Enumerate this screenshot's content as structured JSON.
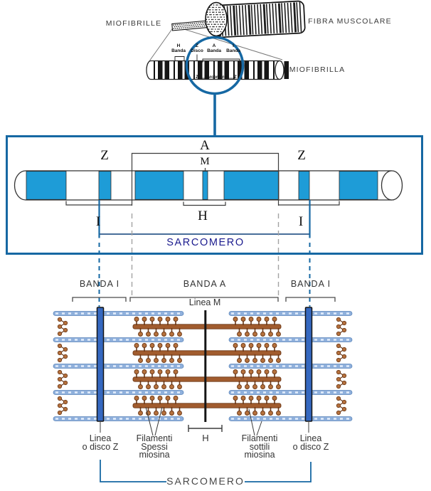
{
  "colors": {
    "accent_blue": "#1668a3",
    "band_cyan": "#1e9cd7",
    "z_disc_blue": "#3568c0",
    "actin_blue": "#8fb0dc",
    "actin_light": "#e4eefb",
    "actin_edge": "#5d87bb",
    "myosin_brown": "#b5713d",
    "myosin_bar": "#a15c2e",
    "myosin_dark": "#6b3716",
    "navy_text": "#1b1b8e",
    "ink": "#151515"
  },
  "top": {
    "miofibrille": "MIOFIBRILLE",
    "fibra_muscolare": "FIBRA MUSCOLARE",
    "miofibrilla": "MIOFIBRILLA",
    "bands": [
      {
        "letter": "H",
        "word": "Banda"
      },
      {
        "letter": "Z",
        "word": "Disco"
      },
      {
        "letter": "A",
        "word": "Banda"
      },
      {
        "letter": "I",
        "word": "Banda"
      }
    ],
    "mini_sarcomere": {
      "left": "Z",
      "label": "Sarcomero",
      "right": "Z"
    }
  },
  "box": {
    "z_left": "Z",
    "a_label": "A",
    "m_label": "M",
    "z_right": "Z",
    "h_label": "H",
    "i_left": "I",
    "i_right": "I",
    "sarcomero": "SARCOMERO"
  },
  "bottom": {
    "banda_i_left": "BANDA I",
    "banda_a": "BANDA A",
    "banda_i_right": "BANDA I",
    "linea_m": "Linea M",
    "z_left": {
      "line1": "Linea",
      "line2": "o disco Z"
    },
    "thick": {
      "line1": "Filamenti",
      "line2": "Spessi",
      "line3": "miosina"
    },
    "h_label": "H",
    "thin": {
      "line1": "Filamenti",
      "line2": "sottili",
      "line3": "miosina"
    },
    "z_right": {
      "line1": "Linea",
      "line2": "o disco Z"
    },
    "sarcomero": "SARCOMERO"
  }
}
